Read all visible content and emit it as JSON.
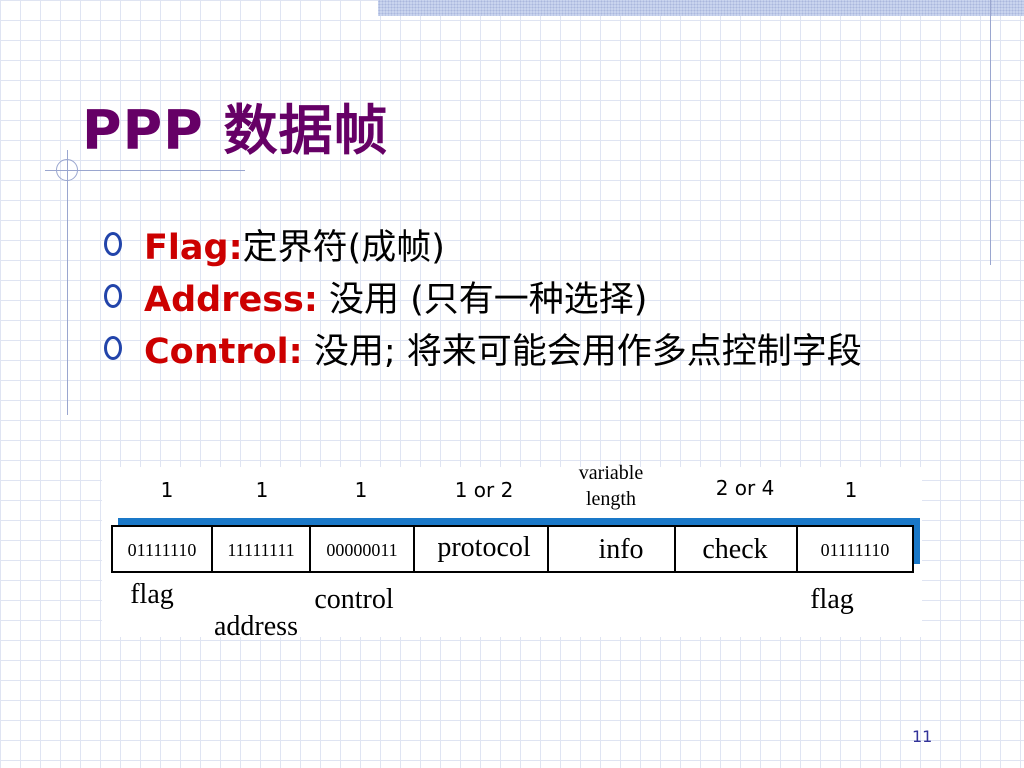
{
  "slide": {
    "title": "PPP 数据帧",
    "page_number": "11"
  },
  "bullets": [
    {
      "key": "Flag:",
      "text": "定界符(成帧)"
    },
    {
      "key": "Address:",
      "text": " 没用 (只有一种选择)"
    },
    {
      "key": "Control:",
      "text": " 没用; 将来可能会用作多点控制字段"
    }
  ],
  "frame_diagram": {
    "sizes": [
      "1",
      "1",
      "1",
      "1 or 2",
      "variable",
      "length",
      "2 or 4",
      "1"
    ],
    "fields": [
      "01111110",
      "11111111",
      "00000011",
      "protocol",
      "info",
      "check",
      "01111110"
    ],
    "labels": [
      "flag",
      "address",
      "control",
      "flag"
    ]
  },
  "colors": {
    "title": "#660066",
    "keyword": "#cc0000",
    "bullet": "#2244aa",
    "frame_shadow": "#1a78c8"
  }
}
